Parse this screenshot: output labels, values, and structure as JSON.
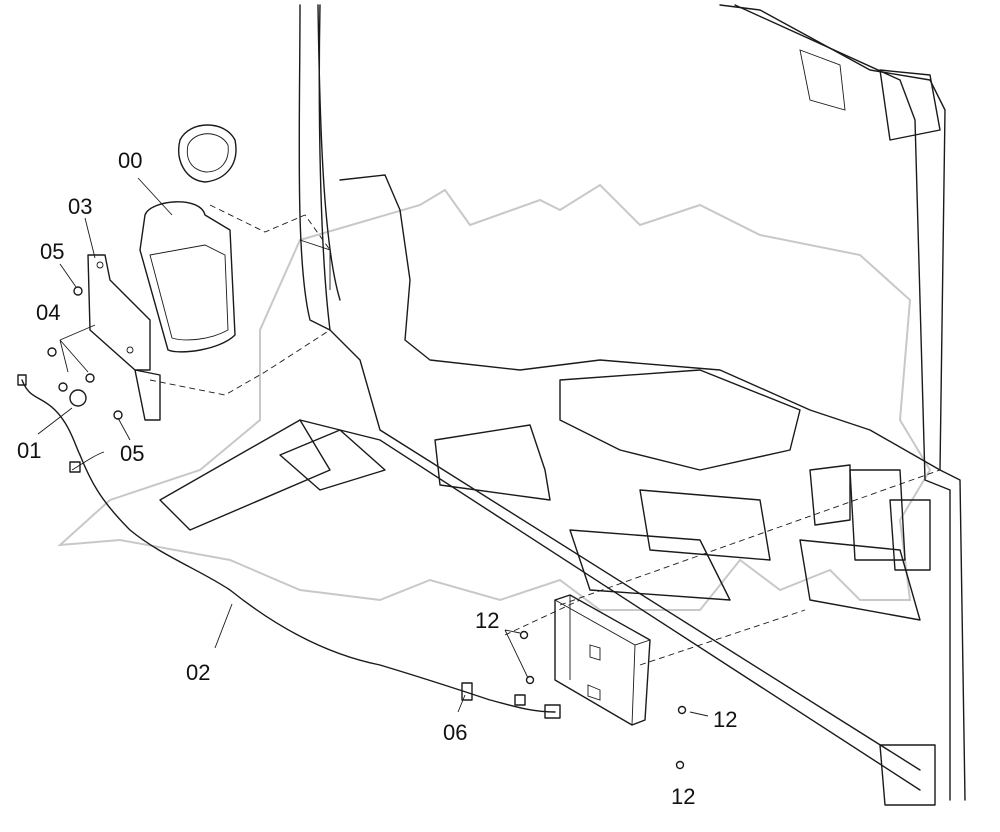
{
  "labels": {
    "l00": "00",
    "l03": "03",
    "l05a": "05",
    "l04": "04",
    "l01": "01",
    "l05b": "05",
    "l02": "02",
    "l12a": "12",
    "l06": "06",
    "l12b": "12",
    "l12c": "12"
  }
}
